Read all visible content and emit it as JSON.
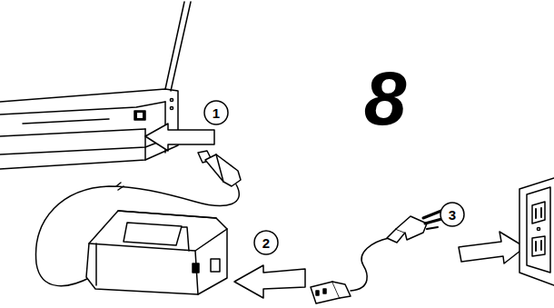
{
  "diagram": {
    "labels": [
      "8",
      "1",
      "3",
      "2"
    ]
  }
}
